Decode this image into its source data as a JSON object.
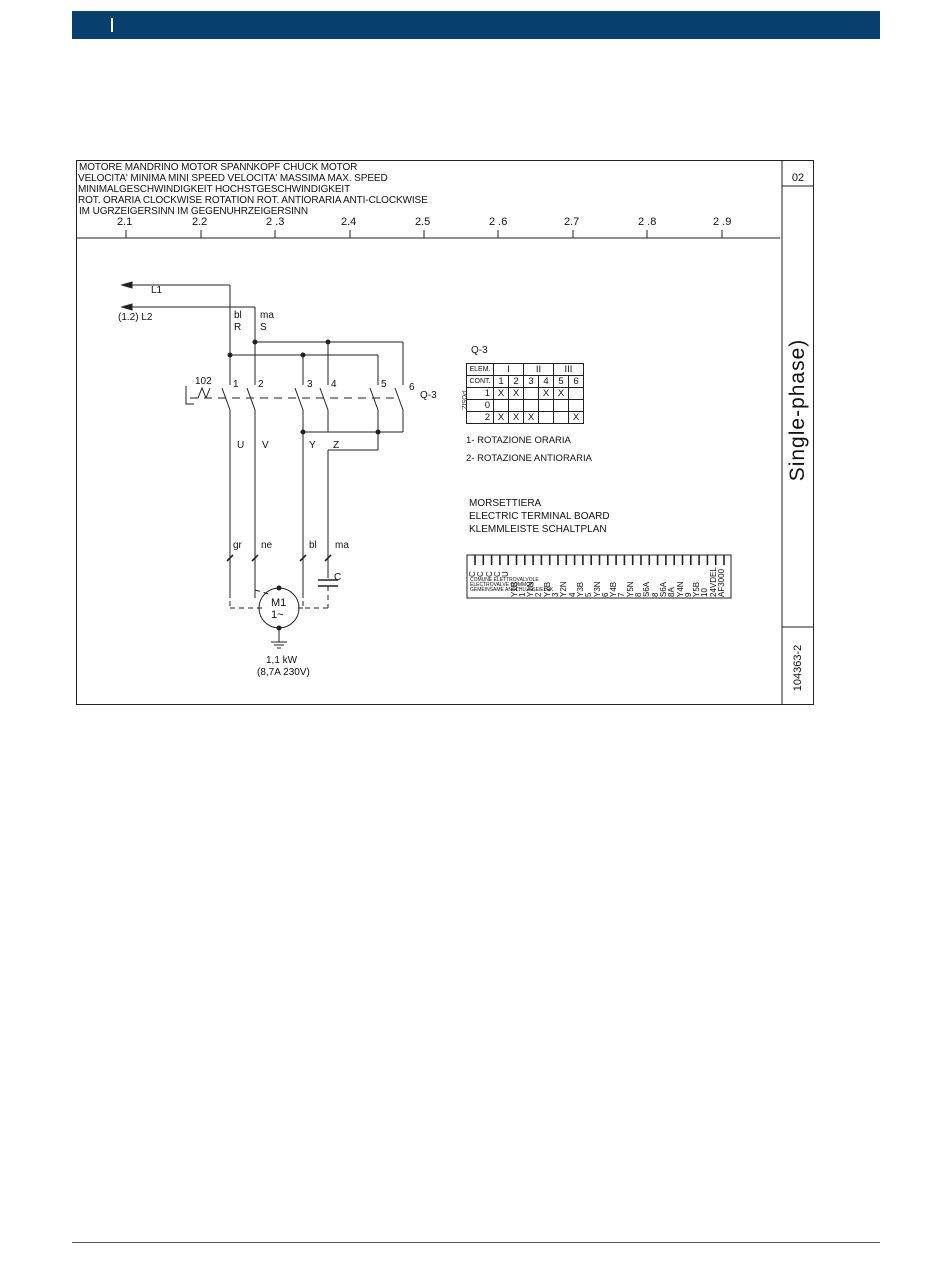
{
  "header": {
    "lines": [
      "MOTORE MANDRINO   MOTOR SPANNKOPF CHUCK MOTOR",
      "VELOCITA' MINIMA MINI SPEED VELOCITA' MASSIMA   MAX. SPEED",
      "MINIMALGESCHWINDIGKEIT            HOCHSTGESCHWINDIGKEIT",
      "ROT. ORARIA   CLOCKWISE ROTATION  ROT. ANTIORARIA  ANTI-CLOCKWISE",
      "IM  UGRZEIGERSINN                  IM  GEGENUHRZEIGERSINN"
    ],
    "ticks": [
      "2.1",
      "2.2",
      "2 .3",
      "2.4",
      "2.5",
      "2 .6",
      "2.7",
      "2 .8",
      "2 .9"
    ]
  },
  "side": {
    "sheet": "02",
    "title": "Single-phase)",
    "code": "104363-2"
  },
  "circuit": {
    "lines_labels": [
      "L1",
      "(1.2)  L2"
    ],
    "wire_top": [
      "bl",
      "ma"
    ],
    "phase_top": [
      "R",
      "S"
    ],
    "switch_id": "102",
    "contacts": [
      "1",
      "2",
      "3",
      "4",
      "5",
      "6"
    ],
    "switch_name": "Q-3",
    "outputs": [
      "U",
      "V",
      "Y",
      "Z"
    ],
    "wire_bottom": [
      "gr",
      "ne",
      "bl",
      "ma"
    ],
    "capacitor": "C",
    "motor": [
      "M1",
      "1~"
    ],
    "power": [
      "1,1  kW",
      "(8,7A  230V)"
    ]
  },
  "q3": {
    "title": "Q-3",
    "elem": "ELEM.",
    "groups": [
      "I",
      "II",
      "III"
    ],
    "cont": "CONT.",
    "contacts": [
      "1",
      "2",
      "3",
      "4",
      "5",
      "6"
    ],
    "posiz": "POSIZ.",
    "rows": [
      {
        "pos": "1",
        "marks": [
          "X",
          "X",
          "",
          "X",
          "X",
          ""
        ]
      },
      {
        "pos": "0",
        "marks": [
          "",
          "",
          "",
          "",
          "",
          ""
        ]
      },
      {
        "pos": "2",
        "marks": [
          "X",
          "X",
          "X",
          "",
          "",
          "X"
        ]
      }
    ],
    "legend": [
      "1-  ROTAZIONE  ORARIA",
      "2-  ROTAZIONE  ANTIORARIA"
    ]
  },
  "terminal": {
    "title": [
      "MORSETTIERA",
      "ELECTRIC  TERMINAL  BOARD",
      "KLEMMLEISTE  SCHALTPLAN"
    ],
    "cells": [
      "C",
      "C",
      "C",
      "C",
      "U",
      "Y1B",
      "1",
      "Y1N",
      "2",
      "Y2B",
      "3",
      "Y2N",
      "4",
      "Y3B",
      "5",
      "Y3N",
      "6",
      "Y4B",
      "7",
      "Y5N",
      "8",
      "S6A",
      "8",
      "S6A",
      "8A",
      "Y4N",
      "9",
      "Y5B",
      "10",
      "24VDEL",
      "AF3000"
    ],
    "footer": [
      "COMUNE ELETTROVALVOLE",
      "ELECTROVALVE COMMON",
      "GEMEINSAME ANSCHLUSSE/ELEK"
    ]
  }
}
